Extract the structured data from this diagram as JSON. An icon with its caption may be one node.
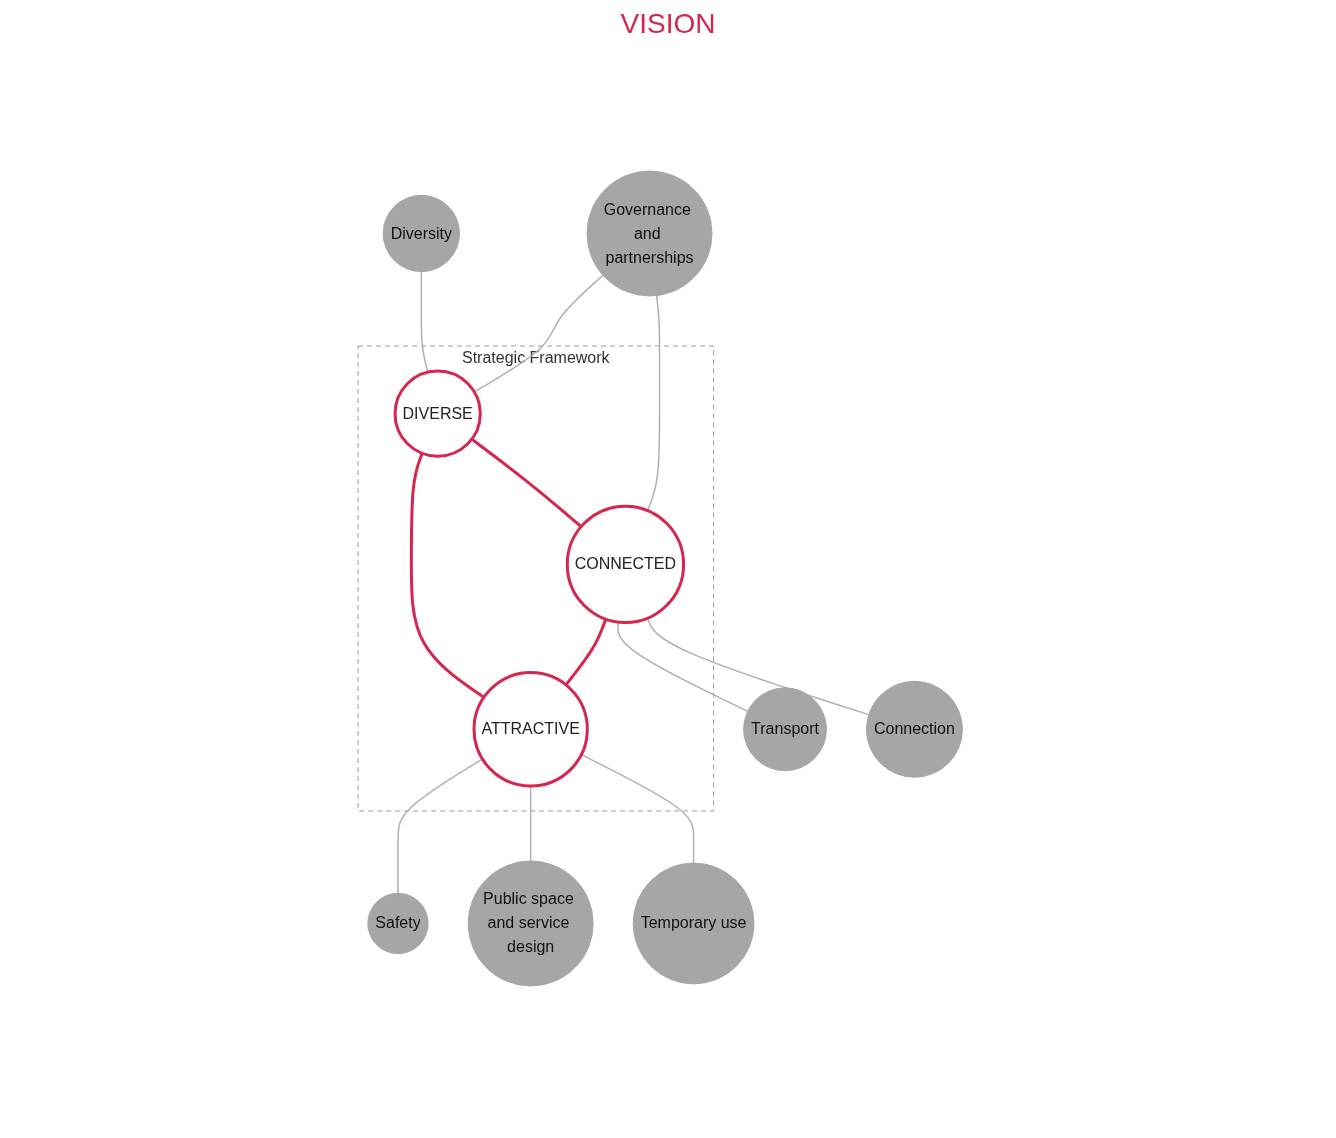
{
  "diagram": {
    "nodes": [
      {
        "text": [
          "Strategic Framework"
        ]
      },
      {
        "text": [
          "DIVERSE"
        ],
        "in": 0
      },
      {
        "text": [
          "CONNECTED"
        ],
        "in": 0
      },
      {
        "text": [
          "ATTRACTIVE"
        ],
        "in": 0
      },
      {
        "text": [
          "Diversity"
        ]
      },
      {
        "text": [
          "Safety"
        ]
      },
      {
        "text": [
          "Public space and service design"
        ]
      },
      {
        "text": [
          "Temporary use"
        ]
      },
      {
        "text": [
          "Transport"
        ]
      },
      {
        "text": [
          "Connection"
        ]
      },
      {
        "text": [
          "Governance and partnerships"
        ]
      }
    ],
    "edges": [
      {
        "from": 4,
        "to": 1,
        "arrow": "none"
      },
      {
        "from": 10,
        "to": 1,
        "arrow": "none"
      },
      {
        "from": 1,
        "to": 2,
        "arrow": "none",
        "color": "#d6264d"
      },
      {
        "from": 1,
        "to": 3,
        "arrow": "none",
        "color": "#d6264d"
      },
      {
        "from": 2,
        "to": 3,
        "arrow": "none",
        "color": "#d6264d"
      },
      {
        "from": 10,
        "to": 2,
        "arrow": "none"
      },
      {
        "from": 5,
        "to": 3,
        "arrow": "none"
      },
      {
        "from": 9,
        "to": 2,
        "arrow": "none"
      },
      {
        "from": 6,
        "to": 3,
        "arrow": "none"
      },
      {
        "from": 8,
        "to": 2,
        "arrow": "none"
      },
      {
        "from": 7,
        "to": 3,
        "arrow": "none"
      }
    ],
    "labels": [
      "VISION"
    ]
  }
}
